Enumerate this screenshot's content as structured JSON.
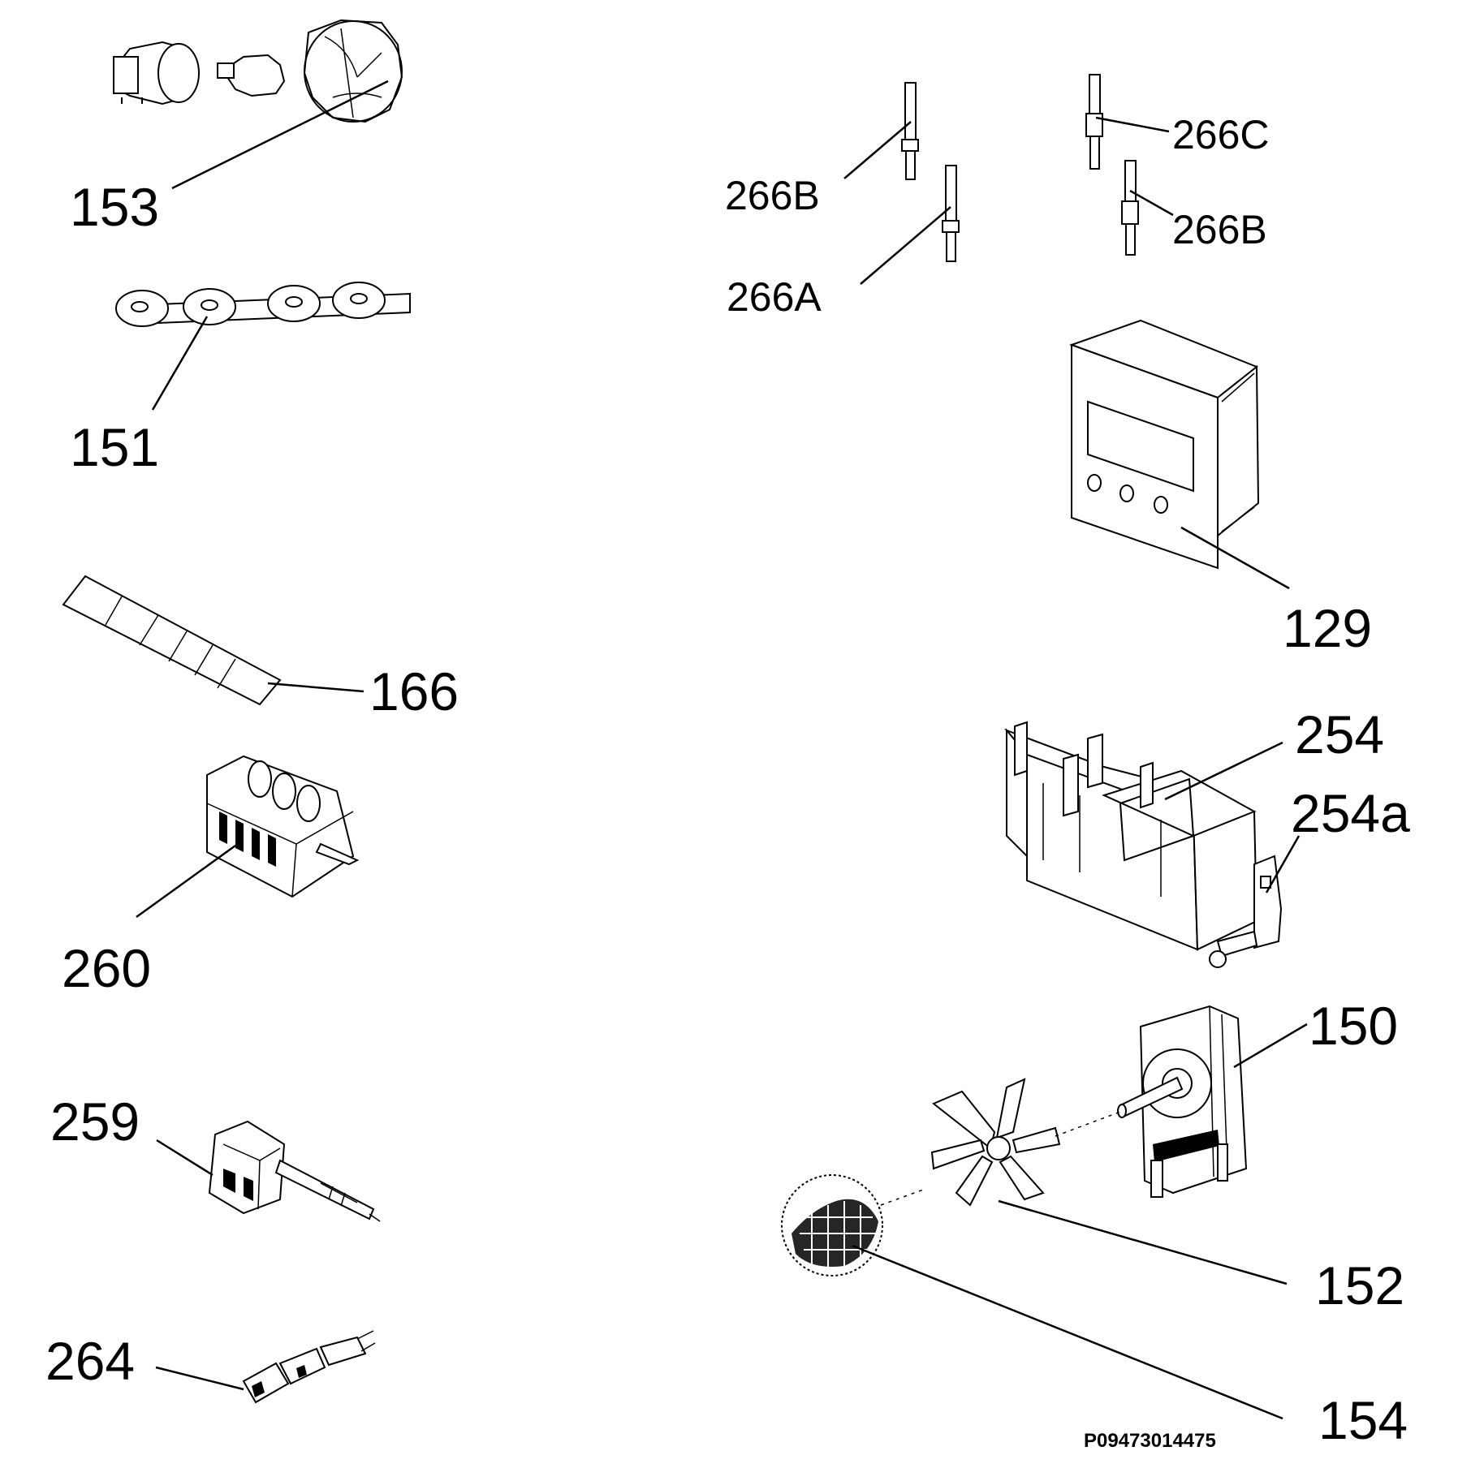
{
  "diagram": {
    "labels": {
      "p153": "153",
      "p151": "151",
      "p166": "166",
      "p260": "260",
      "p259": "259",
      "p264": "264",
      "p266b_left": "266B",
      "p266a": "266A",
      "p266c": "266C",
      "p266b_right": "266B",
      "p129": "129",
      "p254": "254",
      "p254a": "254a",
      "p150": "150",
      "p152": "152",
      "p154": "154"
    },
    "figure_code": "P09473014475"
  }
}
